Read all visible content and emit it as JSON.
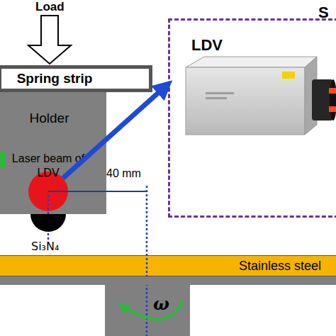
{
  "diagram": {
    "nodes": [
      {
        "text": [
          "Spring strip"
        ]
      },
      {
        "text": [
          "Holder"
        ]
      },
      {
        "text": [
          "Laser beam of LDV"
        ],
        "in": 1
      },
      {
        "text": [
          "Stainless steel"
        ]
      },
      {
        "text": [
          "LDV",
          "S"
        ]
      },
      {
        "text": [
          "ω"
        ]
      }
    ],
    "edges": [
      {
        "from": 2,
        "to": 4,
        "arrow": "to"
      }
    ],
    "labels": [
      "Load",
      "40 mm",
      "Si₃N₄"
    ]
  }
}
